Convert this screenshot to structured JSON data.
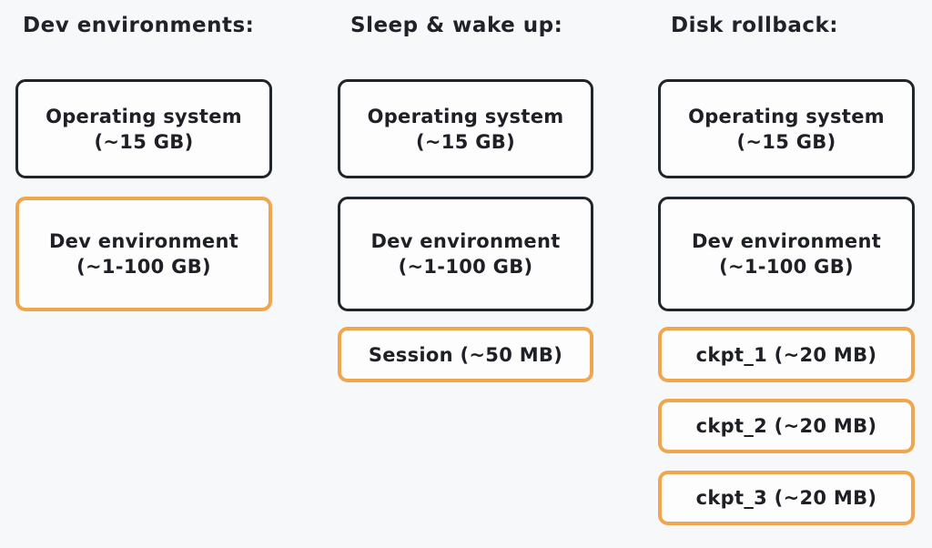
{
  "colors": {
    "page_background": "#f7f8f9",
    "box_fill": "#fdfdfe",
    "border_dark": "#20242b",
    "border_accent_orange": "#f0a64c",
    "text": "#1e2026"
  },
  "columns": [
    {
      "heading": "Dev environments:",
      "boxes": [
        {
          "variant": "dark",
          "lines": [
            "Operating system",
            "(~15 GB)"
          ]
        },
        {
          "variant": "accent",
          "lines": [
            "Dev environment",
            "(~1-100 GB)"
          ]
        }
      ]
    },
    {
      "heading": "Sleep & wake up:",
      "boxes": [
        {
          "variant": "dark",
          "lines": [
            "Operating system",
            "(~15 GB)"
          ]
        },
        {
          "variant": "dark",
          "lines": [
            "Dev environment",
            "(~1-100 GB)"
          ]
        },
        {
          "variant": "accent",
          "lines": [
            "Session (~50 MB)"
          ]
        }
      ]
    },
    {
      "heading": "Disk rollback:",
      "boxes": [
        {
          "variant": "dark",
          "lines": [
            "Operating system",
            "(~15 GB)"
          ]
        },
        {
          "variant": "dark",
          "lines": [
            "Dev environment",
            "(~1-100 GB)"
          ]
        },
        {
          "variant": "accent",
          "lines": [
            "ckpt_1 (~20 MB)"
          ]
        },
        {
          "variant": "accent",
          "lines": [
            "ckpt_2 (~20 MB)"
          ]
        },
        {
          "variant": "accent",
          "lines": [
            "ckpt_3 (~20 MB)"
          ]
        }
      ]
    }
  ]
}
